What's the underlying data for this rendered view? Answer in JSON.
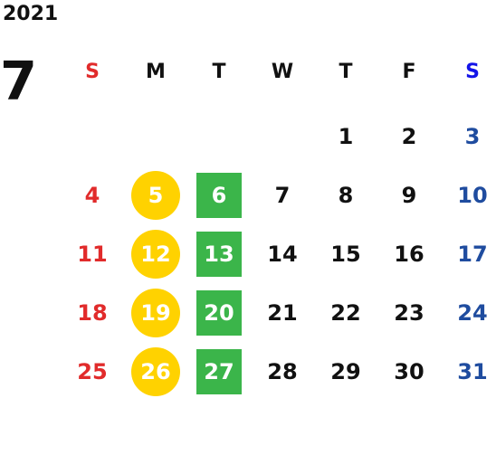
{
  "calendar": {
    "year": "2021",
    "month": "7",
    "weekdays": [
      "S",
      "M",
      "T",
      "W",
      "T",
      "F",
      "S"
    ],
    "weeks": [
      [
        null,
        null,
        null,
        null,
        {
          "day": "1"
        },
        {
          "day": "2"
        },
        {
          "day": "3"
        }
      ],
      [
        {
          "day": "4"
        },
        {
          "day": "5",
          "mark": "yellow-circle"
        },
        {
          "day": "6",
          "mark": "green-square"
        },
        {
          "day": "7"
        },
        {
          "day": "8"
        },
        {
          "day": "9"
        },
        {
          "day": "10"
        }
      ],
      [
        {
          "day": "11"
        },
        {
          "day": "12",
          "mark": "yellow-circle"
        },
        {
          "day": "13",
          "mark": "green-square"
        },
        {
          "day": "14"
        },
        {
          "day": "15"
        },
        {
          "day": "16"
        },
        {
          "day": "17"
        }
      ],
      [
        {
          "day": "18"
        },
        {
          "day": "19",
          "mark": "yellow-circle"
        },
        {
          "day": "20",
          "mark": "green-square"
        },
        {
          "day": "21"
        },
        {
          "day": "22"
        },
        {
          "day": "23"
        },
        {
          "day": "24"
        }
      ],
      [
        {
          "day": "25"
        },
        {
          "day": "26",
          "mark": "yellow-circle"
        },
        {
          "day": "27",
          "mark": "green-square"
        },
        {
          "day": "28"
        },
        {
          "day": "29"
        },
        {
          "day": "30"
        },
        {
          "day": "31"
        }
      ]
    ]
  },
  "colors": {
    "background": "#ffffff",
    "text": "#111111",
    "sunday": "#e12b2b",
    "saturday_header": "#1414e8",
    "saturday": "#1f4c9f",
    "yellow_circle": "#ffd200",
    "green_square": "#3bb54a",
    "marked_text": "#ffffff"
  }
}
